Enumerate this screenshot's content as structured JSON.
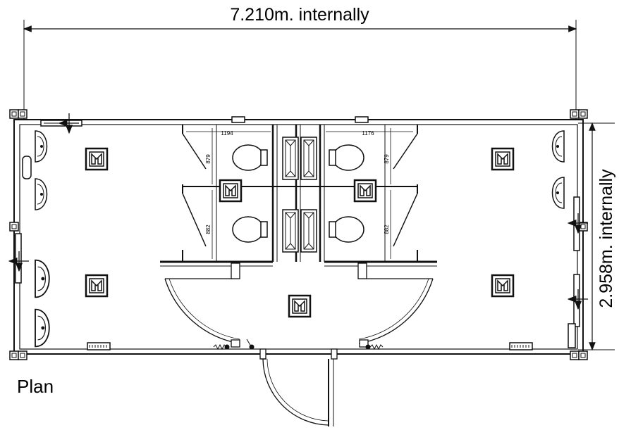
{
  "drawing": {
    "width_label": "7.210m. internally",
    "height_label": "2.958m. internally",
    "plan_label": "Plan",
    "cubicle_dims": {
      "top_left_width": "1194",
      "top_right_width": "1176",
      "top_left_depth": "879",
      "top_right_depth": "879",
      "bottom_left_depth": "882",
      "bottom_right_depth": "882"
    }
  }
}
